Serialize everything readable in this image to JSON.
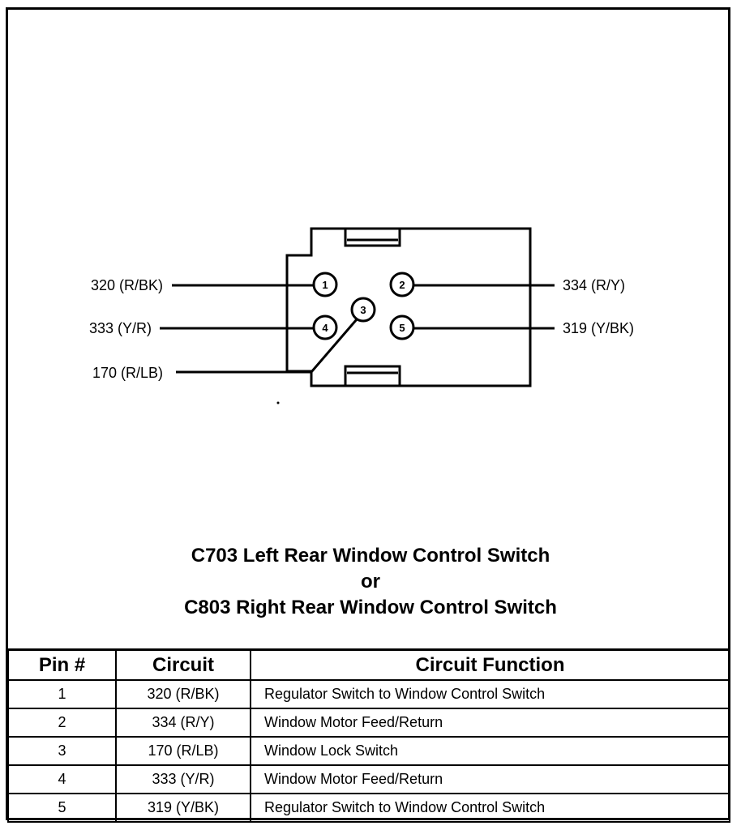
{
  "connector": {
    "pins": [
      {
        "number": "1",
        "wire": "320 (R/BK)"
      },
      {
        "number": "2",
        "wire": "334 (R/Y)"
      },
      {
        "number": "3",
        "wire": "170 (R/LB)"
      },
      {
        "number": "4",
        "wire": "333 (Y/R)"
      },
      {
        "number": "5",
        "wire": "319 (Y/BK)"
      }
    ]
  },
  "caption": {
    "line1": "C703 Left Rear Window Control Switch",
    "line2": "or",
    "line3": "C803 Right Rear Window Control Switch"
  },
  "table": {
    "headers": [
      "Pin #",
      "Circuit",
      "Circuit Function"
    ],
    "rows": [
      {
        "pin": "1",
        "circuit": "320 (R/BK)",
        "function": "Regulator Switch to Window Control Switch"
      },
      {
        "pin": "2",
        "circuit": "334 (R/Y)",
        "function": "Window Motor Feed/Return"
      },
      {
        "pin": "3",
        "circuit": "170 (R/LB)",
        "function": "Window Lock Switch"
      },
      {
        "pin": "4",
        "circuit": "333 (Y/R)",
        "function": "Window Motor Feed/Return"
      },
      {
        "pin": "5",
        "circuit": "319 (Y/BK)",
        "function": "Regulator Switch to Window Control Switch"
      }
    ]
  }
}
